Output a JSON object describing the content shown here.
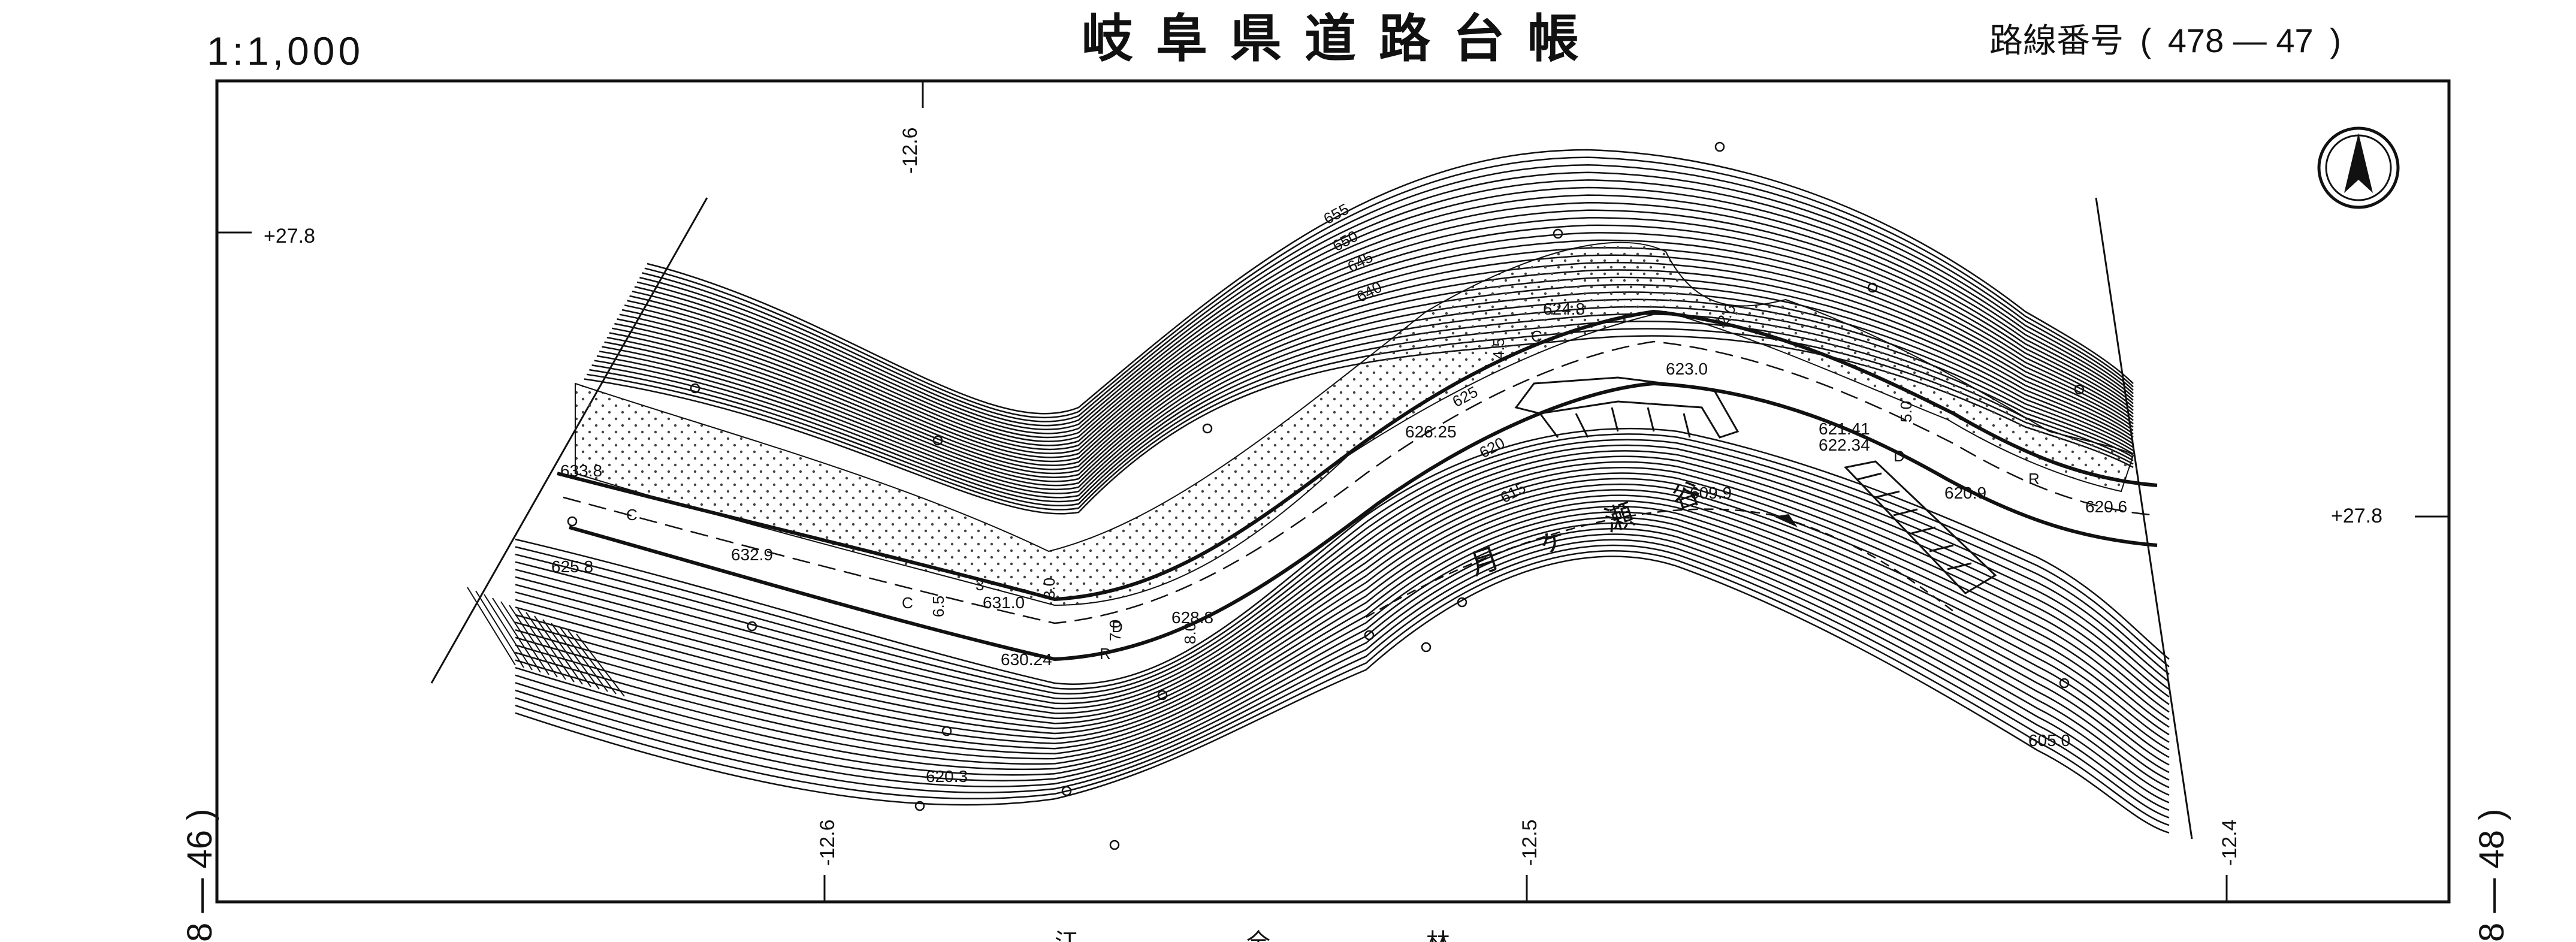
{
  "header": {
    "scale": "1:1,000",
    "title": "岐阜県道路台帳",
    "route_label": "路線番号",
    "route_open": "(",
    "route_number": "478 — 47",
    "route_close": ")"
  },
  "sheet_refs": {
    "left": "8 — 46   )",
    "right": "8 — 48   )"
  },
  "grid_ticks": {
    "top_left_vertical": "-12.6",
    "left_horizontal": "+27.8",
    "right_horizontal": "+27.8",
    "bottom_1": "-12.6",
    "bottom_2": "-12.5",
    "bottom_3": "-12.4"
  },
  "stream_name": "月ヶ瀬谷",
  "elevations": {
    "e6338": "633.8",
    "e6329": "632.9",
    "e6258": "625.8",
    "e6310": "631.0",
    "e6288": "628.8",
    "e63024": "630.24",
    "e6203": "620.3",
    "e6248": "624.8",
    "e6230": "623.0",
    "e62625": "626.25",
    "e6099": "609.9",
    "e62141": "621.41",
    "e62234": "622.34",
    "e6209": "620.9",
    "e6206": "620.6",
    "e6050": "605.0"
  },
  "contours": {
    "c655": "655",
    "c650": "650",
    "c645": "645",
    "c640": "640",
    "c625": "625",
    "c620": "620",
    "c615": "615"
  },
  "widths": {
    "w3": "3",
    "w30": "3.0",
    "w70": "7.0",
    "w80": "8.0",
    "w45": "4.5",
    "w50": "5.0",
    "w20": "2.0",
    "w65": "6.5"
  },
  "codes": {
    "c": "C",
    "r": "R",
    "d": "D"
  },
  "footer_fragments": {
    "a": "江",
    "b": "全",
    "c": "林"
  },
  "colors": {
    "line": "#111111",
    "stipple": "#444444",
    "paper": "#ffffff"
  },
  "icons": {
    "north": "north-arrow-icon"
  }
}
